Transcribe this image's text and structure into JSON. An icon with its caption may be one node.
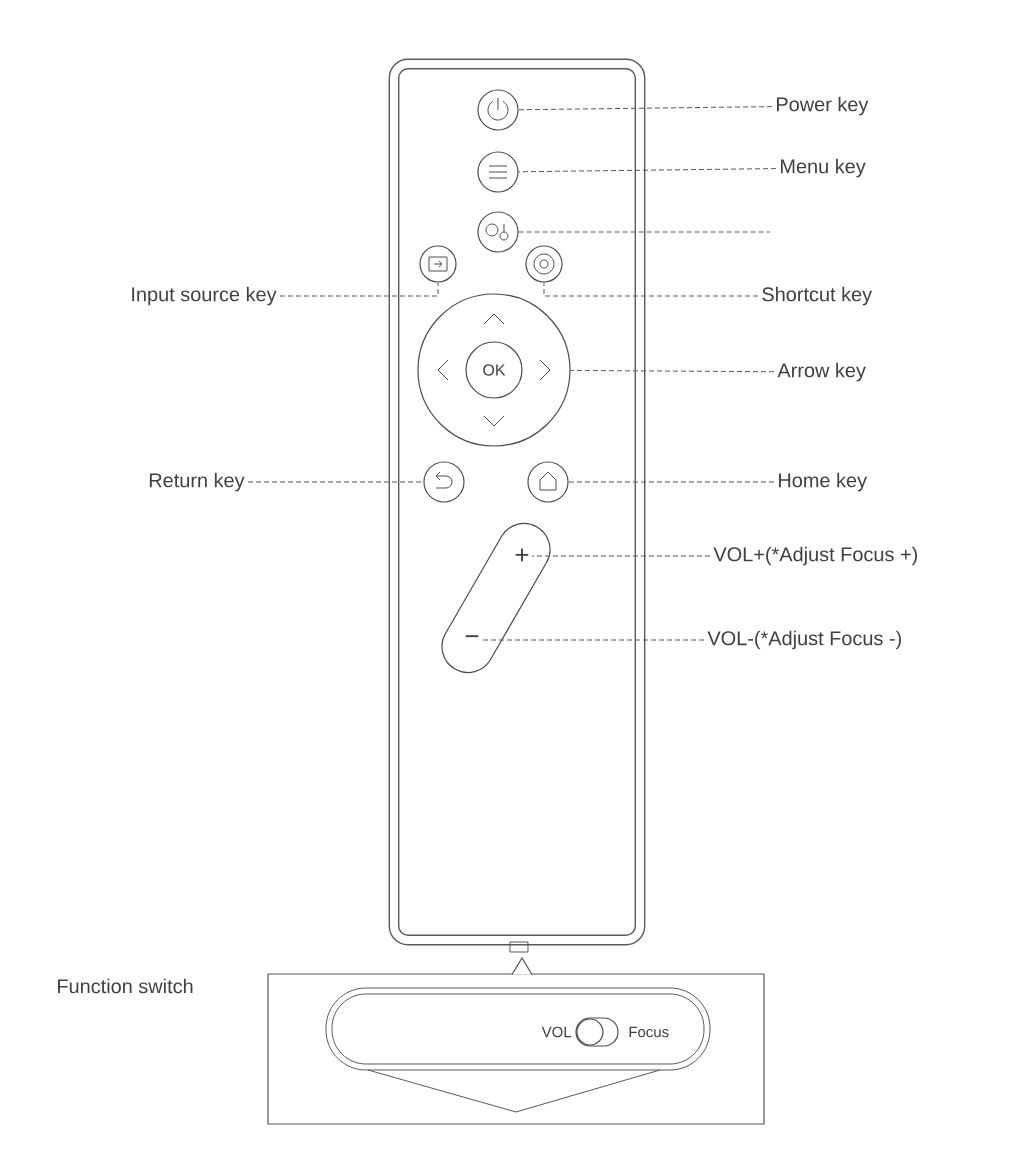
{
  "diagram": {
    "nodes": [
      {
        "text": [
          "Power key"
        ]
      },
      {
        "text": [
          "Menu key"
        ]
      },
      {
        "text": [
          "Input source key"
        ]
      },
      {
        "text": [
          "Shortcut key"
        ]
      },
      {
        "text": [
          "Arrow key"
        ]
      },
      {
        "text": [
          "Return key"
        ]
      },
      {
        "text": [
          "Home key"
        ]
      },
      {
        "text": [
          "VOL+(*Adjust Focus +)"
        ]
      },
      {
        "text": [
          "VOL-(*Adjust Focus -)"
        ]
      },
      {
        "text": [],
        "shape": "box"
      },
      {
        "text": [],
        "shape": "circle",
        "in": 9
      },
      {
        "text": [],
        "shape": "circle",
        "in": 9
      },
      {
        "text": [],
        "shape": "circle",
        "in": 9
      },
      {
        "text": [],
        "shape": "circle",
        "in": 9
      },
      {
        "text": [],
        "shape": "circle",
        "in": 9
      },
      {
        "text": [],
        "shape": "circle",
        "in": 9
      },
      {
        "text": [
          "OK"
        ],
        "in": 15
      },
      {
        "text": [],
        "shape": "circle",
        "in": 9
      },
      {
        "text": [],
        "shape": "circle",
        "in": 9
      },
      {
        "text": [
          "+"
        ],
        "in": 9
      },
      {
        "text": [
          "−"
        ],
        "in": 9
      },
      {
        "text": [
          "Function switch",
          "VOL",
          "Focus"
        ]
      }
    ],
    "edges": [
      {
        "from": 0,
        "to": 10,
        "arrow": "none"
      },
      {
        "from": 1,
        "to": 11,
        "arrow": "none"
      },
      {
        "from": 12,
        "to": null,
        "arrow": "none"
      },
      {
        "from": 2,
        "to": 13,
        "arrow": "none"
      },
      {
        "from": 3,
        "to": 14,
        "arrow": "none"
      },
      {
        "from": 4,
        "to": 15,
        "arrow": "none"
      },
      {
        "from": 5,
        "to": 17,
        "arrow": "none"
      },
      {
        "from": 6,
        "to": 18,
        "arrow": "none"
      },
      {
        "from": 7,
        "to": 19,
        "arrow": "none"
      },
      {
        "from": 8,
        "to": 20,
        "arrow": "none"
      }
    ]
  }
}
